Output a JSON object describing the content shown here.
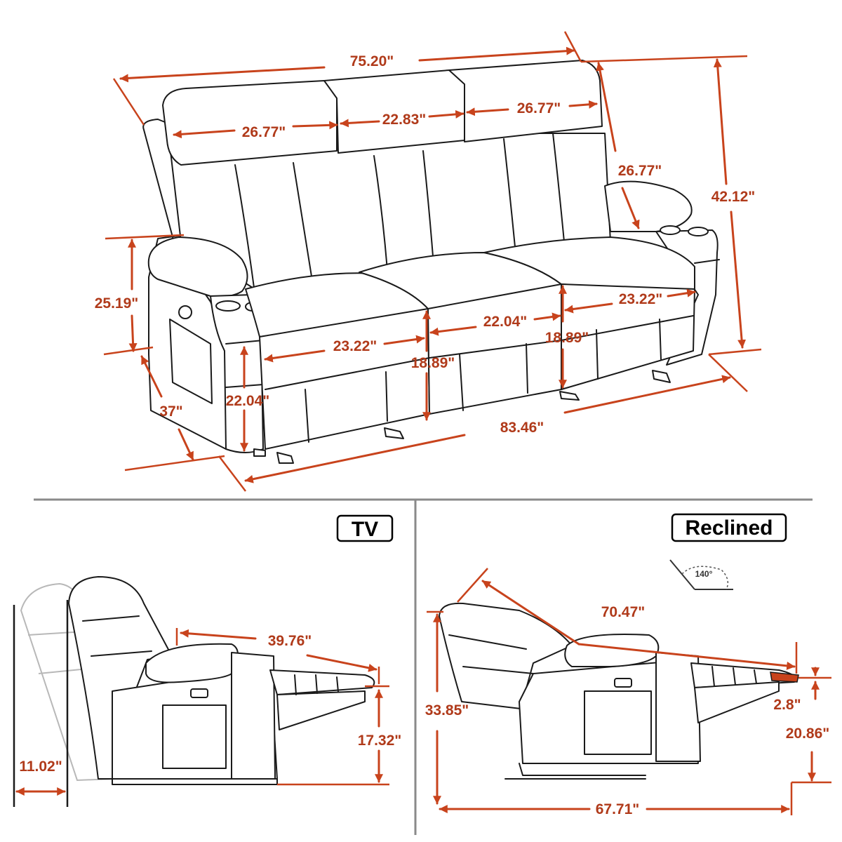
{
  "top_view": {
    "dimensions": {
      "overall_width": "75.20\"",
      "headrest_left": "26.77\"",
      "headrest_center": "22.83\"",
      "headrest_right": "26.77\"",
      "arm_height_right": "26.77\"",
      "total_height": "42.12\"",
      "arm_height_left": "25.19\"",
      "seat_left": "23.22\"",
      "seat_center": "22.04\"",
      "seat_right": "23.22\"",
      "seat_depth_center": "18.89\"",
      "seat_depth_right": "18.89\"",
      "seat_height": "22.04\"",
      "depth": "37\"",
      "base_width": "83.46\""
    }
  },
  "tv_view": {
    "label": "TV",
    "dimensions": {
      "extended_length": "39.76\"",
      "footrest_height": "17.32\"",
      "wall_clearance": "11.02\""
    }
  },
  "reclined_view": {
    "label": "Reclined",
    "angle": "140°",
    "dimensions": {
      "reclined_length": "70.47\"",
      "footrest_thickness": "2.8\"",
      "footrest_height": "20.86\"",
      "back_height": "33.85\"",
      "reclined_depth": "67.71\""
    }
  }
}
